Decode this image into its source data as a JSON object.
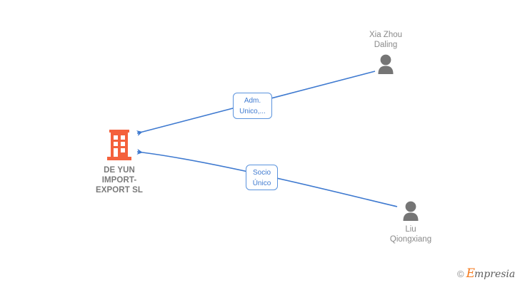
{
  "diagram": {
    "company": {
      "name": "DE YUN\nIMPORT-\nEXPORT SL",
      "name_lines": [
        "DE YUN",
        "IMPORT-",
        "EXPORT SL"
      ],
      "icon": "building-icon",
      "color": "#f4613c"
    },
    "persons": [
      {
        "id": "xia-zhou-daling",
        "name_lines": [
          "Xia Zhou",
          "Daling"
        ],
        "icon": "person-avatar-icon",
        "color": "#757575",
        "label_position": "above"
      },
      {
        "id": "liu-qiongxiang",
        "name_lines": [
          "Liu",
          "Qiongxiang"
        ],
        "icon": "person-avatar-icon",
        "color": "#757575",
        "label_position": "below"
      }
    ],
    "relations": [
      {
        "id": "adm-unico",
        "lines": [
          "Adm.",
          "Unico,..."
        ],
        "from": "xia-zhou-daling",
        "to": "company",
        "color": "#3f7ad0"
      },
      {
        "id": "socio-unico",
        "lines": [
          "Socio",
          "Único"
        ],
        "from": "liu-qiongxiang",
        "to": "company",
        "color": "#3f7ad0"
      }
    ],
    "edge_color": "#3f7ad0"
  },
  "watermark": {
    "copyright": "©",
    "brand_initial": "E",
    "brand_rest": "mpresia"
  }
}
